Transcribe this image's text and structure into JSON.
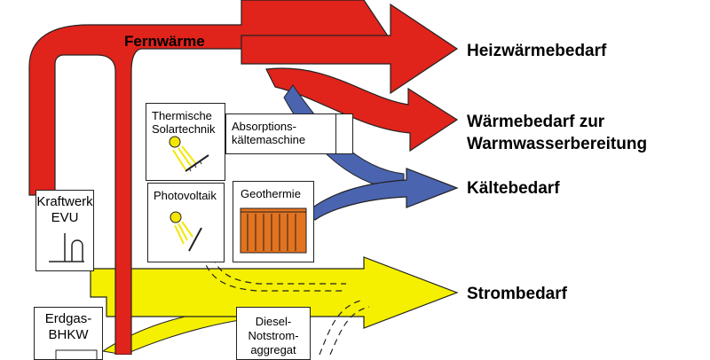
{
  "colors": {
    "heat": "#e0231b",
    "cold": "#4a64b0",
    "power": "#f4f000",
    "outline": "#222222",
    "geothermal": "#e4731f",
    "sun": "#f3e700"
  },
  "flow_label": "Fernwärme",
  "demands": {
    "heating": "Heizwärmebedarf",
    "hot_water_line1": "Wärmebedarf zur",
    "hot_water_line2": "Warmwasserbereitung",
    "cooling": "Kältebedarf",
    "electricity": "Strombedarf"
  },
  "sources": {
    "solar_thermal_line1": "Thermische",
    "solar_thermal_line2": "Solartechnik",
    "absorption_line1": "Absorptions-",
    "absorption_line2": "kältemaschine",
    "photovoltaic": "Photovoltaik",
    "geothermal": "Geothermie",
    "power_plant_line1": "Kraftwerk",
    "power_plant_line2": "EVU",
    "chp_line1": "Erdgas-",
    "chp_line2": "BHKW",
    "diesel_line1": "Diesel-",
    "diesel_line2": "Notstrom-",
    "diesel_line3": "aggregat"
  }
}
